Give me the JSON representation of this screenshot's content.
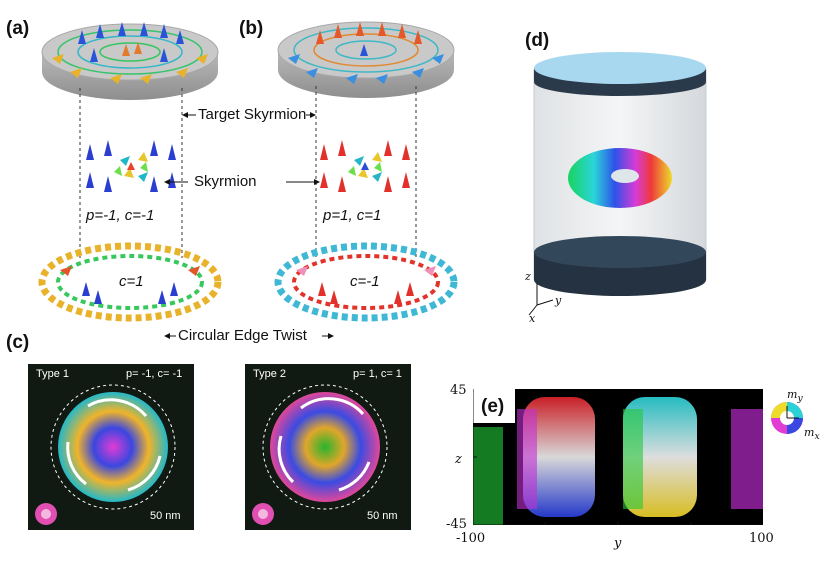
{
  "panels": {
    "a": "(a)",
    "b": "(b)",
    "c": "(c)",
    "d": "(d)",
    "e": "(e)"
  },
  "labels": {
    "target_skyrmion": "Target Skyrmion",
    "skyrmion": "Skyrmion",
    "circular_edge_twist": "Circular Edge Twist",
    "a_params": "p=-1, c=-1",
    "b_params": "p=1, c=1",
    "a_ring_c": "c=1",
    "b_ring_c": "c=-1"
  },
  "micrographs": [
    {
      "type": "Type 1",
      "params": "p= -1, c= -1",
      "scale": "50 nm"
    },
    {
      "type": "Type 2",
      "params": "p= 1, c= 1",
      "scale": "50 nm"
    }
  ],
  "axes_d": {
    "z": "z",
    "x": "x",
    "y": "y"
  },
  "plot_e": {
    "y_top": "45",
    "y_bottom": "-45",
    "ylabel": "z",
    "x_left": "-100",
    "x_right": "100",
    "xlabel": "y",
    "legend_my": "m",
    "legend_my_sub": "y",
    "legend_mx": "m",
    "legend_mx_sub": "x"
  }
}
